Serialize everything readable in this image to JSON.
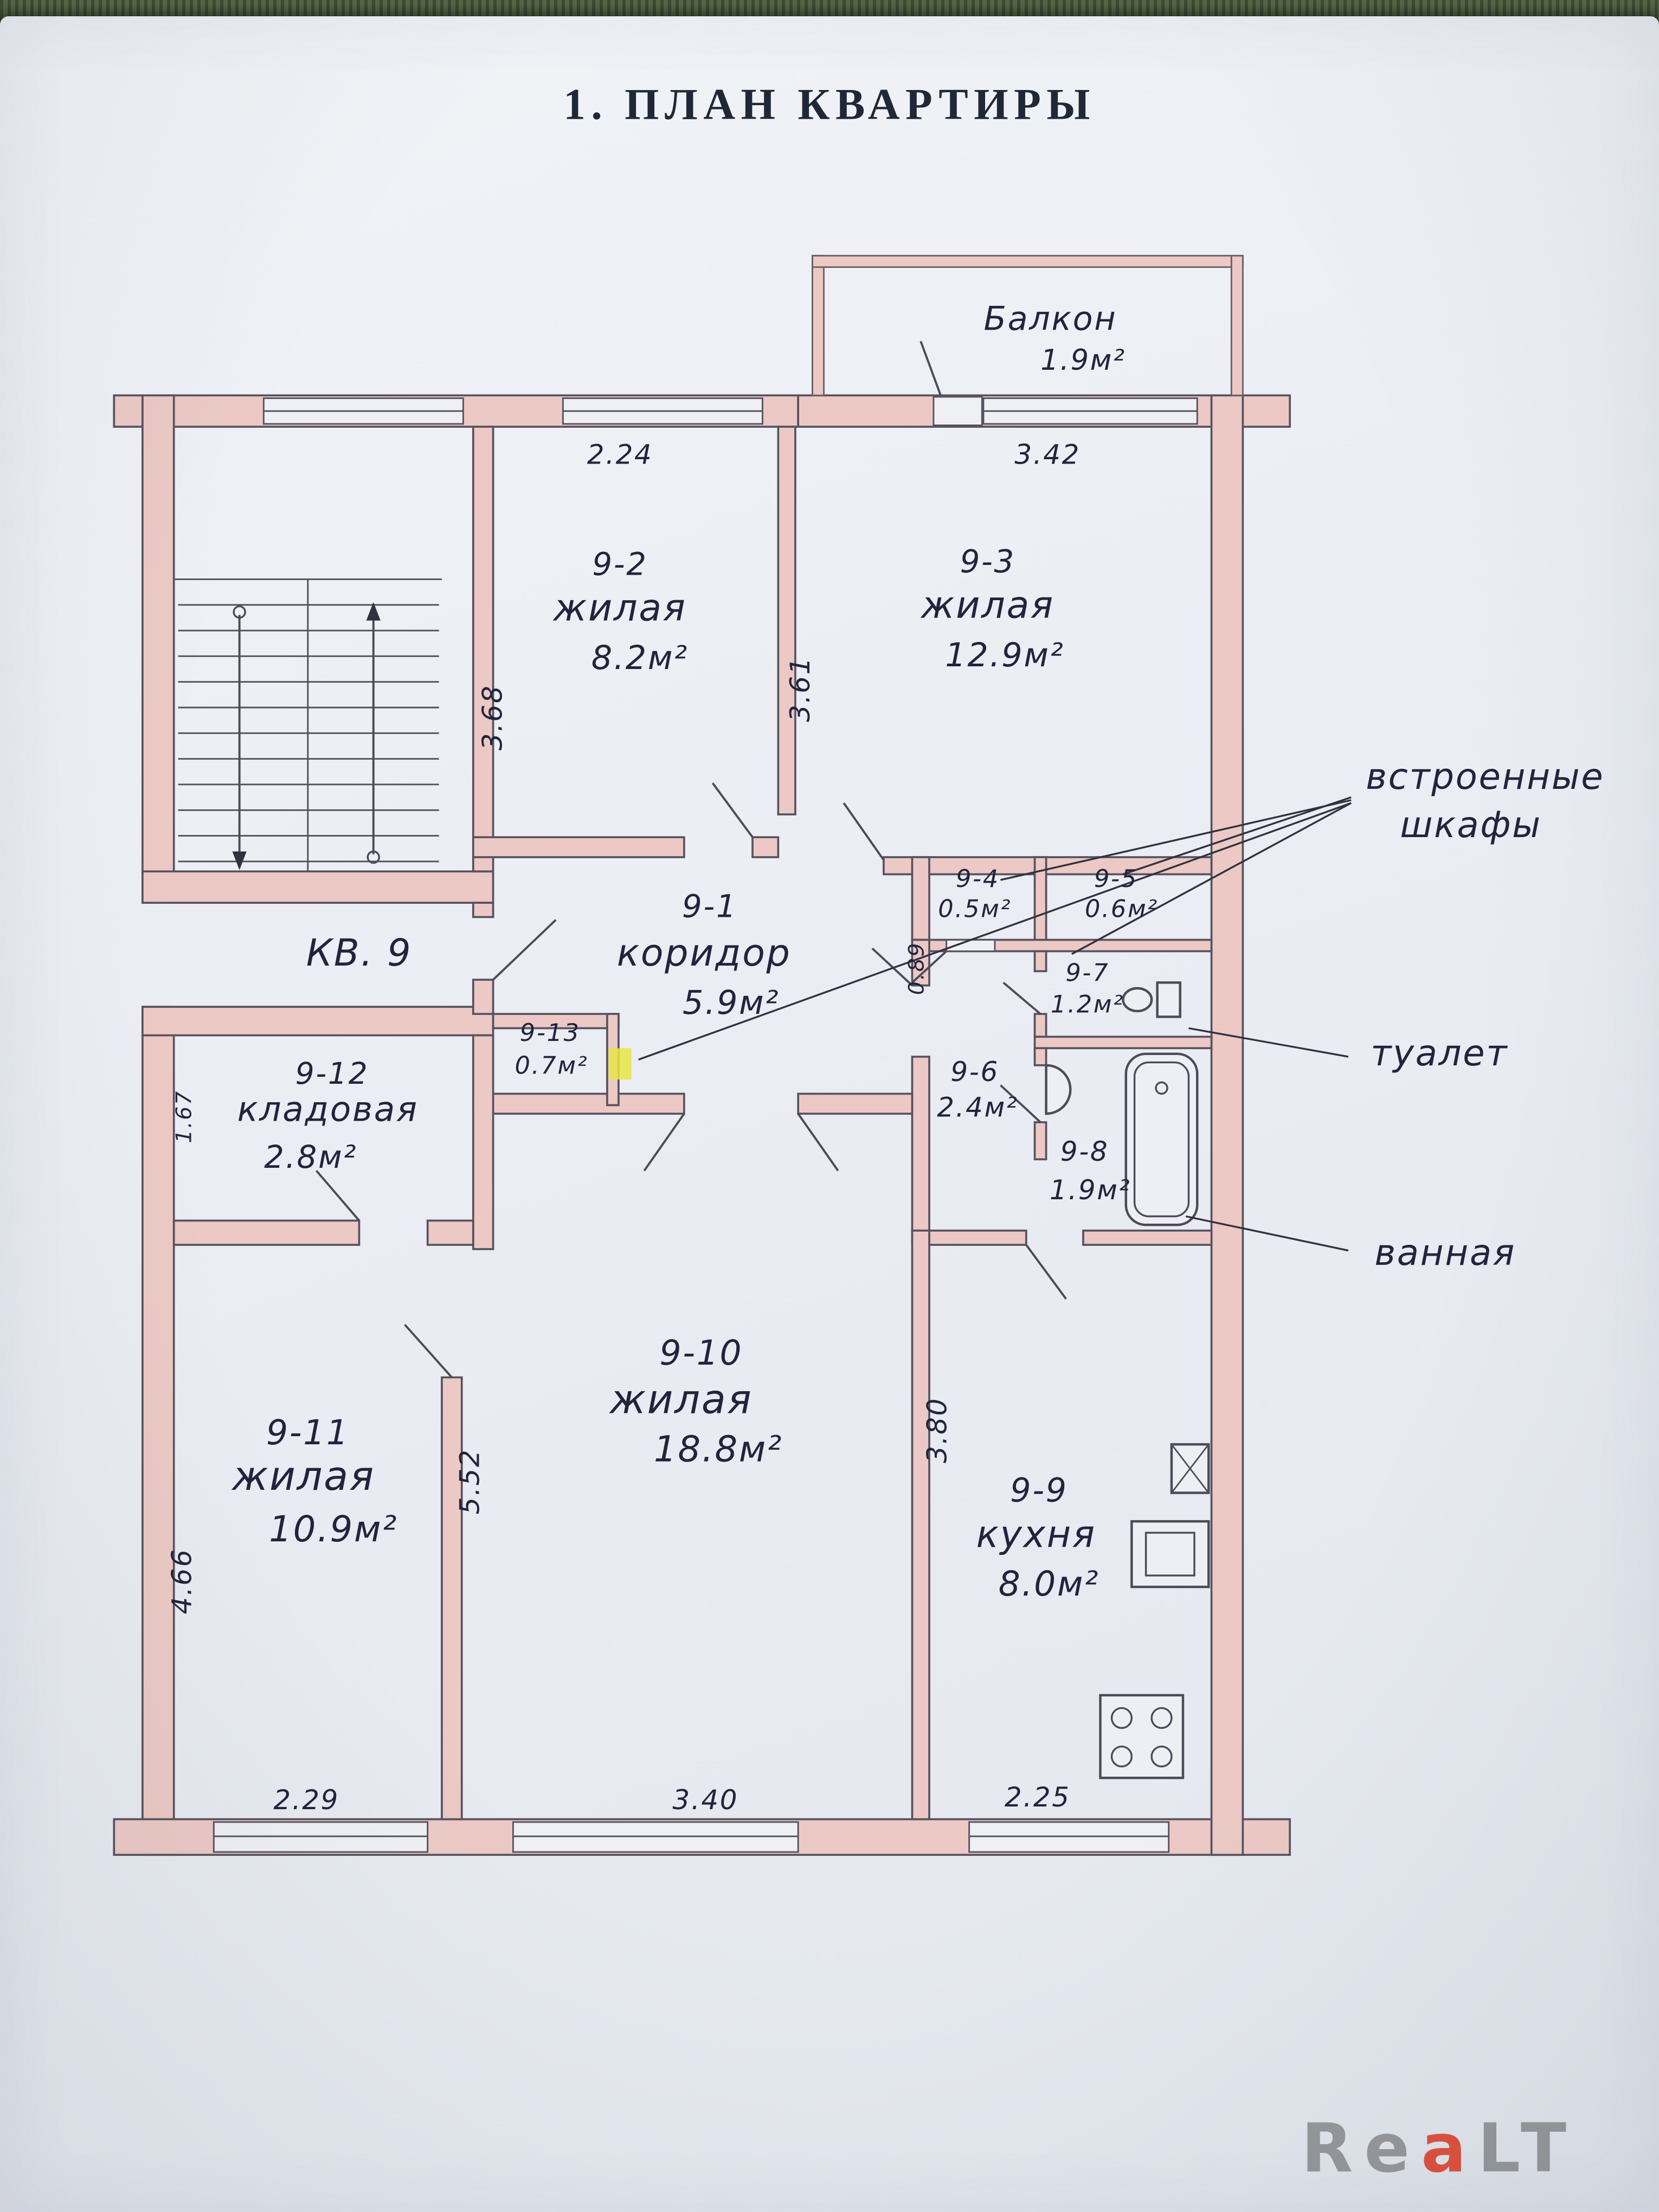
{
  "page": {
    "title": "1. ПЛАН КВАРТИРЫ",
    "apartment_label": "КВ. 9"
  },
  "balcony": {
    "name": "Балкон",
    "area": "1.9м²"
  },
  "rooms": {
    "r9_1": {
      "id": "9-1",
      "name": "коридор",
      "area": "5.9м²"
    },
    "r9_2": {
      "id": "9-2",
      "name": "жилая",
      "area": "8.2м²"
    },
    "r9_3": {
      "id": "9-3",
      "name": "жилая",
      "area": "12.9м²"
    },
    "r9_4": {
      "id": "9-4",
      "area": "0.5м²"
    },
    "r9_5": {
      "id": "9-5",
      "area": "0.6м²"
    },
    "r9_6": {
      "id": "9-6",
      "area": "2.4м²"
    },
    "r9_7": {
      "id": "9-7",
      "area": "1.2м²"
    },
    "r9_8": {
      "id": "9-8",
      "area": "1.9м²"
    },
    "r9_9": {
      "id": "9-9",
      "name": "кухня",
      "area": "8.0м²"
    },
    "r9_10": {
      "id": "9-10",
      "name": "жилая",
      "area": "18.8м²"
    },
    "r9_11": {
      "id": "9-11",
      "name": "жилая",
      "area": "10.9м²"
    },
    "r9_12": {
      "id": "9-12",
      "name": "кладовая",
      "area": "2.8м²"
    },
    "r9_13": {
      "id": "9-13",
      "area": "0.7м²"
    }
  },
  "annotations": {
    "built_in_closets_line1": "встроенные",
    "built_in_closets_line2": "шкафы",
    "toilet": "туалет",
    "bathroom": "ванная"
  },
  "dimensions": {
    "top_left": "2.24",
    "top_right": "3.42",
    "left_upper": "3.68",
    "mid_upper": "3.61",
    "closet_width": "0.89",
    "storage_width": "1.67",
    "center_vertical": "5.52",
    "left_lower": "4.66",
    "kitchen_vertical": "3.80",
    "bottom_left": "2.29",
    "bottom_center": "3.40",
    "bottom_right": "2.25"
  },
  "watermark": {
    "prefix": "Re",
    "accent": "a",
    "suffix": "LT"
  },
  "colors": {
    "wall_fill": "#ecc9c5",
    "ink": "#23233d",
    "paper": "#eceef3",
    "carpet": "#4d5a41",
    "highlight": "#e8e545",
    "logo_gray": "#97999c",
    "logo_accent": "#e0523f"
  }
}
